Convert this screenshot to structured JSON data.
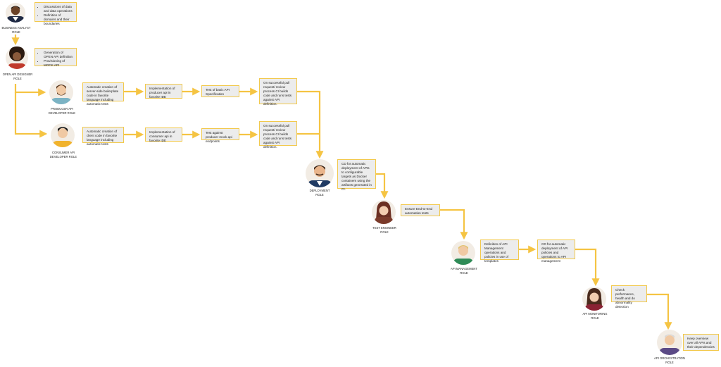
{
  "roles": {
    "business_analyst": {
      "name": "BUSINESS ANALYST",
      "suffix": "ROLE"
    },
    "open_api_designer": {
      "name": "OPEN API DESIGNER",
      "suffix": "ROLE"
    },
    "producer_api_developer": {
      "name": "PRODUCER API",
      "suffix": "DEVELOPER ROLE"
    },
    "consumer_api_developer": {
      "name": "CONSUMER API",
      "suffix": "DEVELOPER ROLE"
    },
    "deployment": {
      "name": "DEPLOYMENT",
      "suffix": "ROLE"
    },
    "test_engineer": {
      "name": "TEST ENGINEER",
      "suffix": "ROLE"
    },
    "api_management": {
      "name": "API MANAGEMENT",
      "suffix": "ROLE"
    },
    "api_monitoring": {
      "name": "API MONITORING",
      "suffix": "ROLE"
    },
    "api_orchestration": {
      "name": "API ORCHESTRATION",
      "suffix": "ROLE"
    }
  },
  "boxes": {
    "ba": [
      "Discussions of data and data operations",
      "Definition of domains and their boundaries"
    ],
    "designer": [
      "Generation of OPEN API definition",
      "Provisioning of MOCK API"
    ],
    "producer": [
      "Automatic creation of server-side boilerplate code in favorite language including automatic tests",
      "Implementation of producer api in favorite IDE",
      "Test of basic API Specification",
      "On successful pull request/ review process CI builds code and runs tests against API definition."
    ],
    "consumer": [
      "Automatic creation of client code in favorite language including automatic tests",
      "Implementation of consumer api in favorite IDE",
      "Test against producer mock api endpoints",
      "On successful pull request/ review process CI builds code and runs tests against API definition."
    ],
    "deployment": "CD for automatic deployment of APIs to configurable targets as Docker containers using the artifacts generated in CI.",
    "test": "Ensure End-to-End automation tests",
    "management": [
      "Definition of API Management operations and policies in use of templates",
      "CD for automatic deployment of API policies and operations to API management"
    ],
    "monitoring": "Check performance, health and do abnormality detection",
    "orchestration": "Keep overview over all APIs and their dependencies"
  },
  "colors": {
    "arrow": "#f5c443",
    "box_fill": "#ececec",
    "box_border": "#f2c94c"
  },
  "icons": {
    "avatar": "person-avatar-icon"
  }
}
